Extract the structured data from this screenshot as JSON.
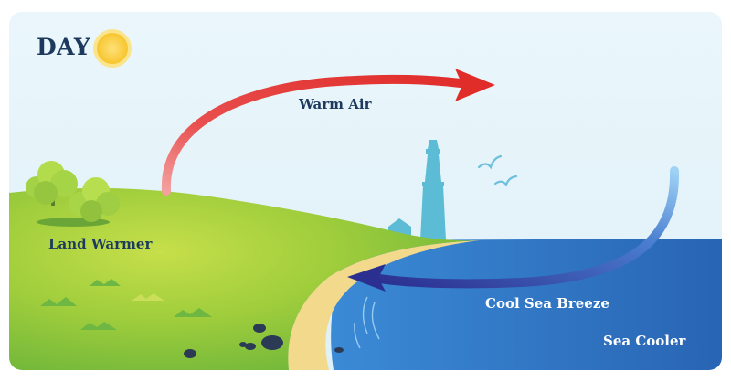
{
  "labels": {
    "day": "DAY",
    "warm_air": "Warm Air",
    "land": "Land Warmer",
    "breeze": "Cool Sea Breeze",
    "sea": "Sea Cooler"
  },
  "colors": {
    "sky": "#e6f4fa",
    "land": "#8cc63f",
    "sea": "#2f73c1",
    "sand": "#f3d98a",
    "warm_arrow": "#e53935",
    "cool_arrow": "#2b3a9a",
    "text_dark": "#1d3a5e"
  },
  "icons": [
    "sun-icon",
    "tree-icon",
    "lighthouse-icon",
    "house-icon",
    "bird-icon",
    "rock-icon"
  ]
}
